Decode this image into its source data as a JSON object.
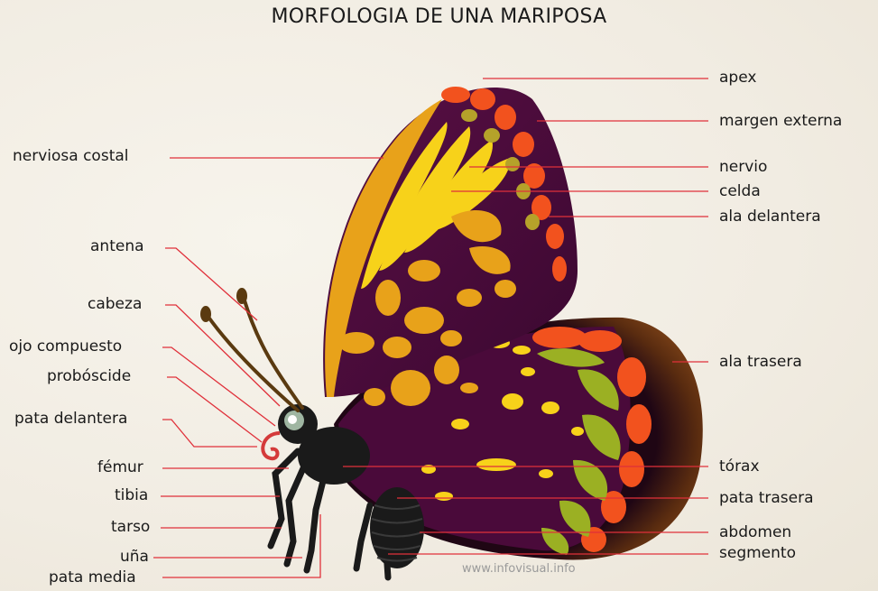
{
  "title": "MORFOLOGIA DE UNA MARIPOSA",
  "labels_left": {
    "nerviosa_costal": "nerviosa costal",
    "antena": "antena",
    "cabeza": "cabeza",
    "ojo_compuesto": "ojo compuesto",
    "proboscide": "probóscide",
    "pata_delantera": "pata delantera",
    "femur": "fémur",
    "tibia": "tibia",
    "tarso": "tarso",
    "una": "uña",
    "pata_media": "pata media"
  },
  "labels_right": {
    "apex": "apex",
    "margen_externa": "margen externa",
    "nervio": "nervio",
    "celda": "celda",
    "ala_delantera": "ala delantera",
    "ala_trasera": "ala trasera",
    "torax": "tórax",
    "pata_trasera": "pata trasera",
    "abdomen": "abdomen",
    "segmento": "segmento"
  },
  "credit": "www.infovisual.info",
  "colors": {
    "leader_line": "#e0303a",
    "wing_purple": "#4a0a3a",
    "wing_orange": "#f2521e",
    "wing_yellow": "#f7d21a",
    "wing_gold": "#e8a21a",
    "hindwing_green": "#9bb023",
    "hindwing_brown": "#6b3a12",
    "body_black": "#1a1a1a"
  }
}
